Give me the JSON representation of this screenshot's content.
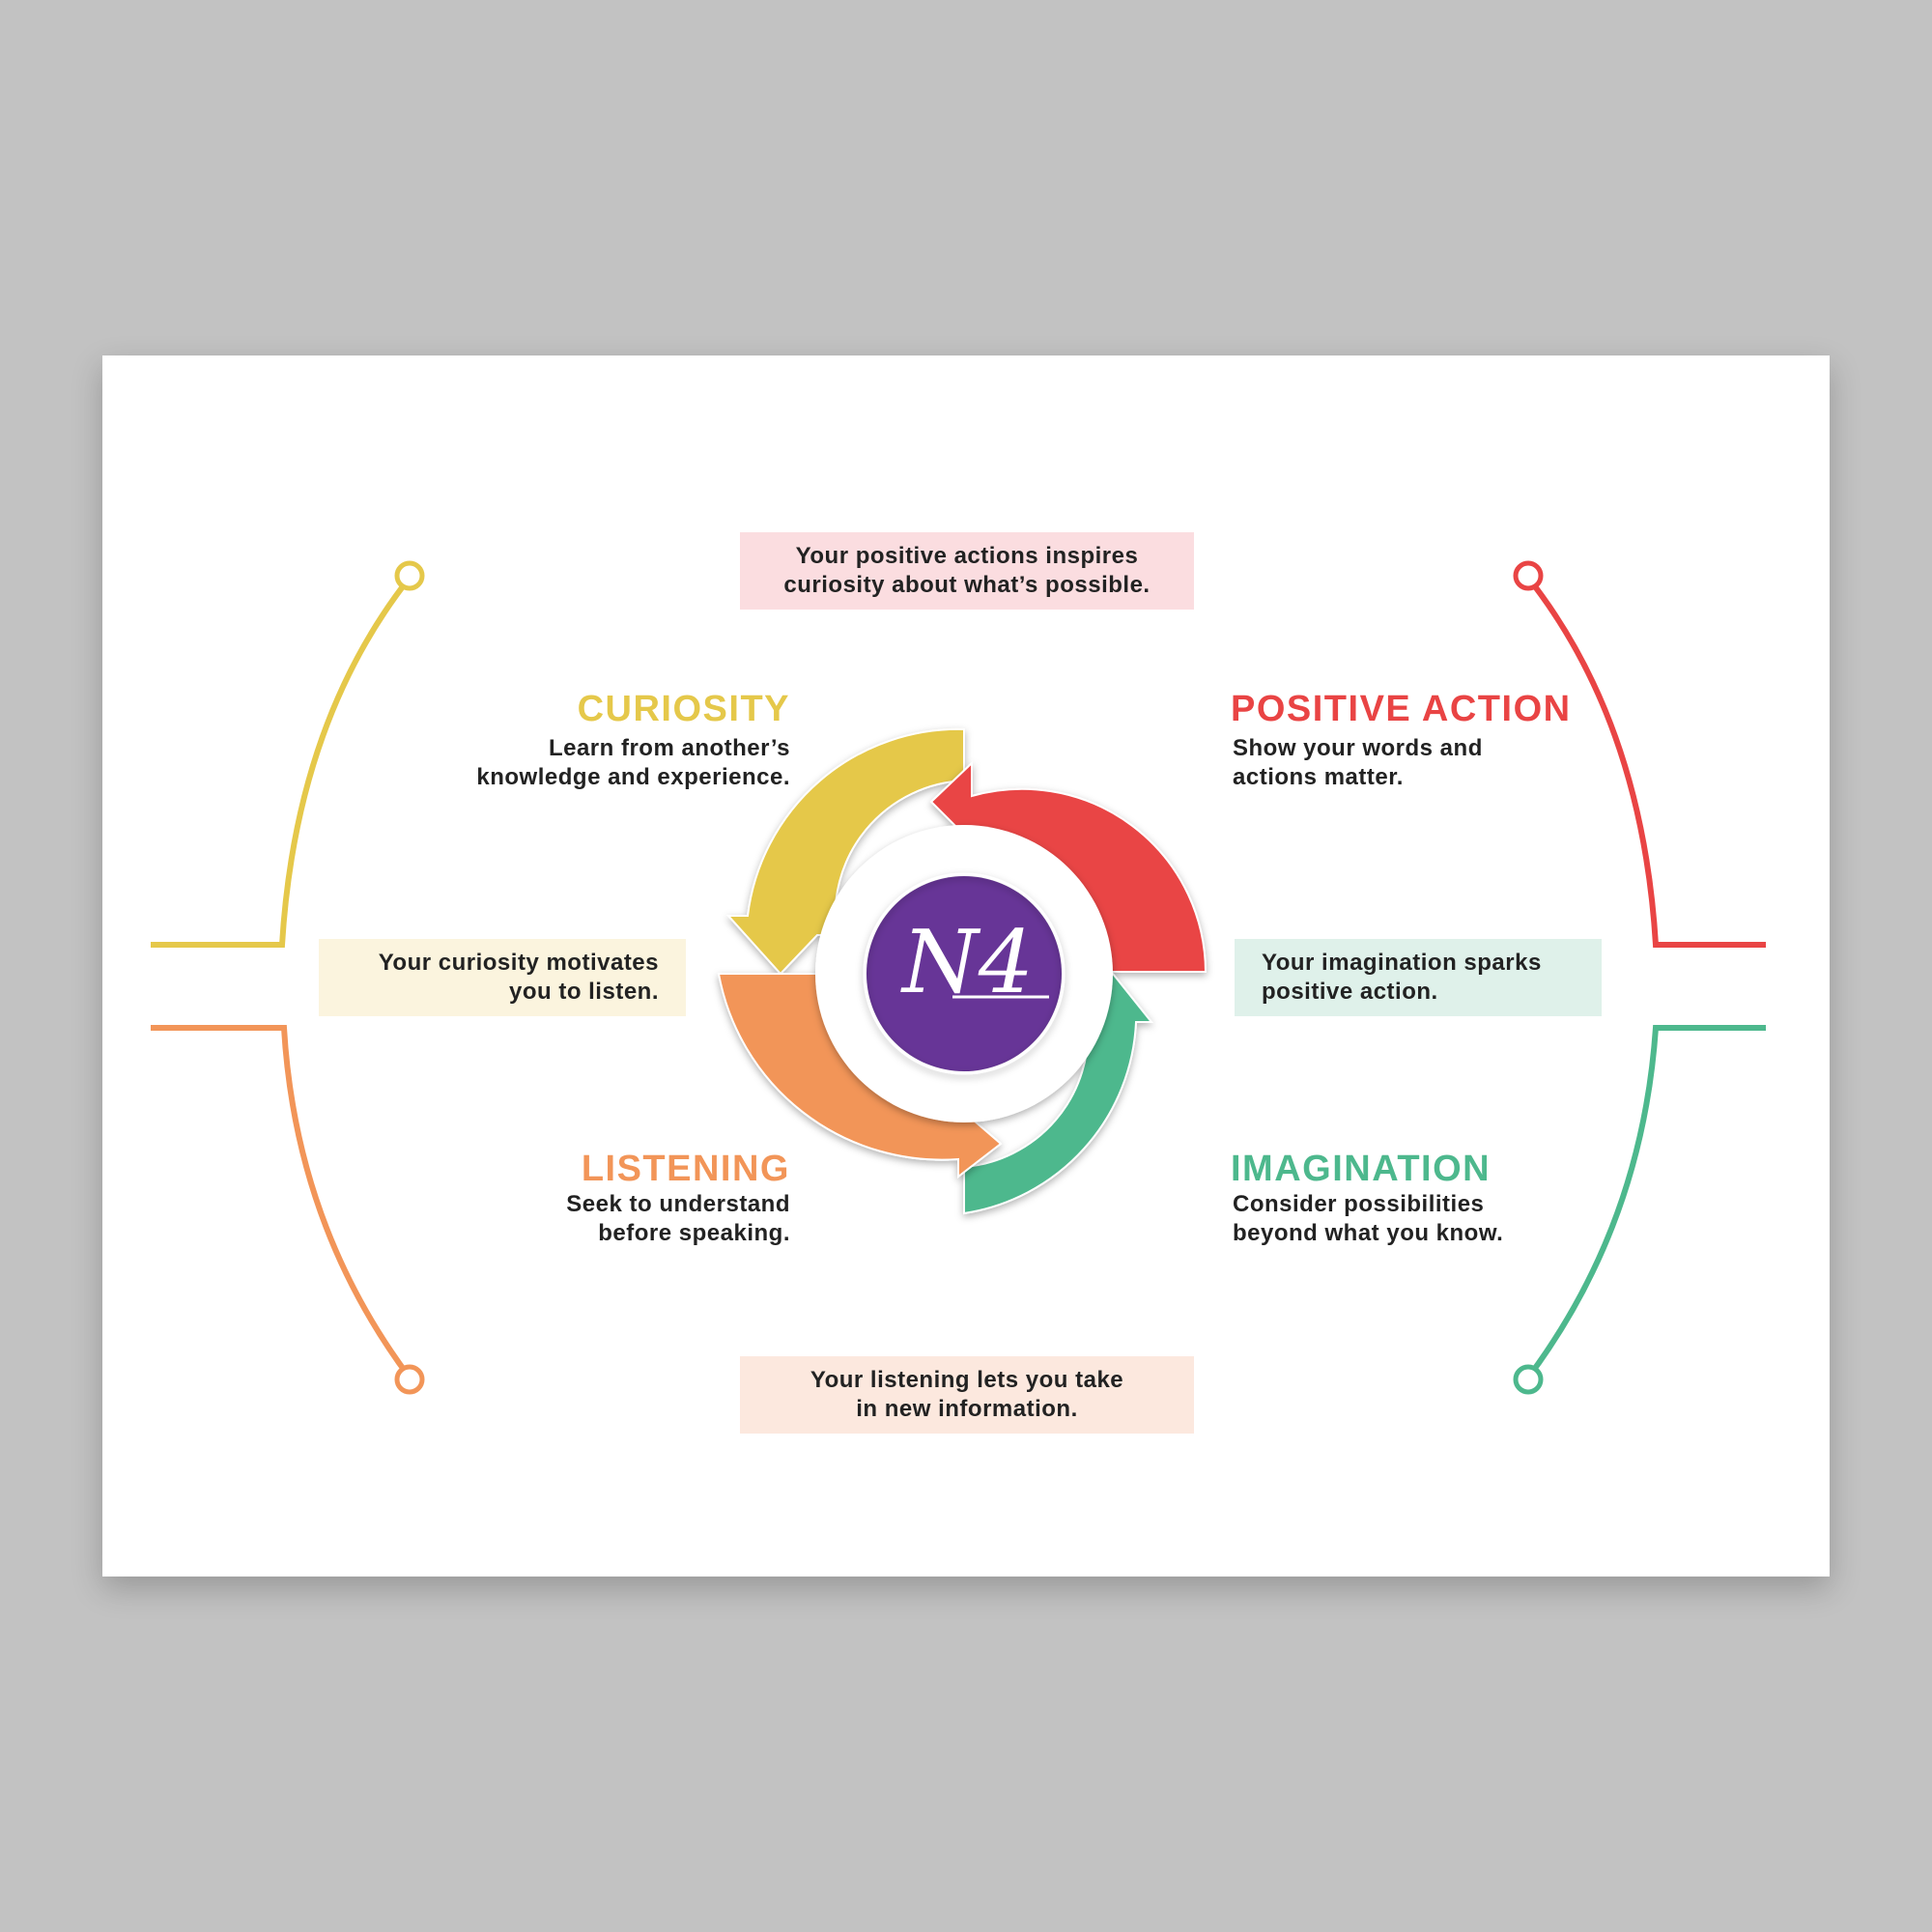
{
  "colors": {
    "background": "#c2c2c2",
    "card": "#ffffff",
    "curiosity": "#e5c84a",
    "positive_action": "#e94444",
    "imagination": "#4db88d",
    "listening": "#f29558",
    "logo": "#673597",
    "text": "#222222"
  },
  "quadrants": {
    "curiosity": {
      "title": "CURIOSITY",
      "line1": "Learn from another’s",
      "line2": "knowledge and experience."
    },
    "positive_action": {
      "title": "POSITIVE ACTION",
      "line1": "Show your words and",
      "line2": "actions matter."
    },
    "listening": {
      "title": "LISTENING",
      "line1": "Seek to understand",
      "line2": "before speaking."
    },
    "imagination": {
      "title": "IMAGINATION",
      "line1": "Consider possibilities",
      "line2": "beyond what you know."
    }
  },
  "notes": {
    "top": {
      "line1": "Your positive actions inspires",
      "line2": "curiosity about what’s possible."
    },
    "left": {
      "line1": "Your curiosity motivates",
      "line2": "you to listen."
    },
    "right": {
      "line1": "Your imagination sparks",
      "line2": "positive action."
    },
    "bottom": {
      "line1": "Your listening lets you take",
      "line2": "in new information."
    }
  },
  "logo": {
    "text": "N4",
    "icon": "n4-monogram-logo"
  }
}
